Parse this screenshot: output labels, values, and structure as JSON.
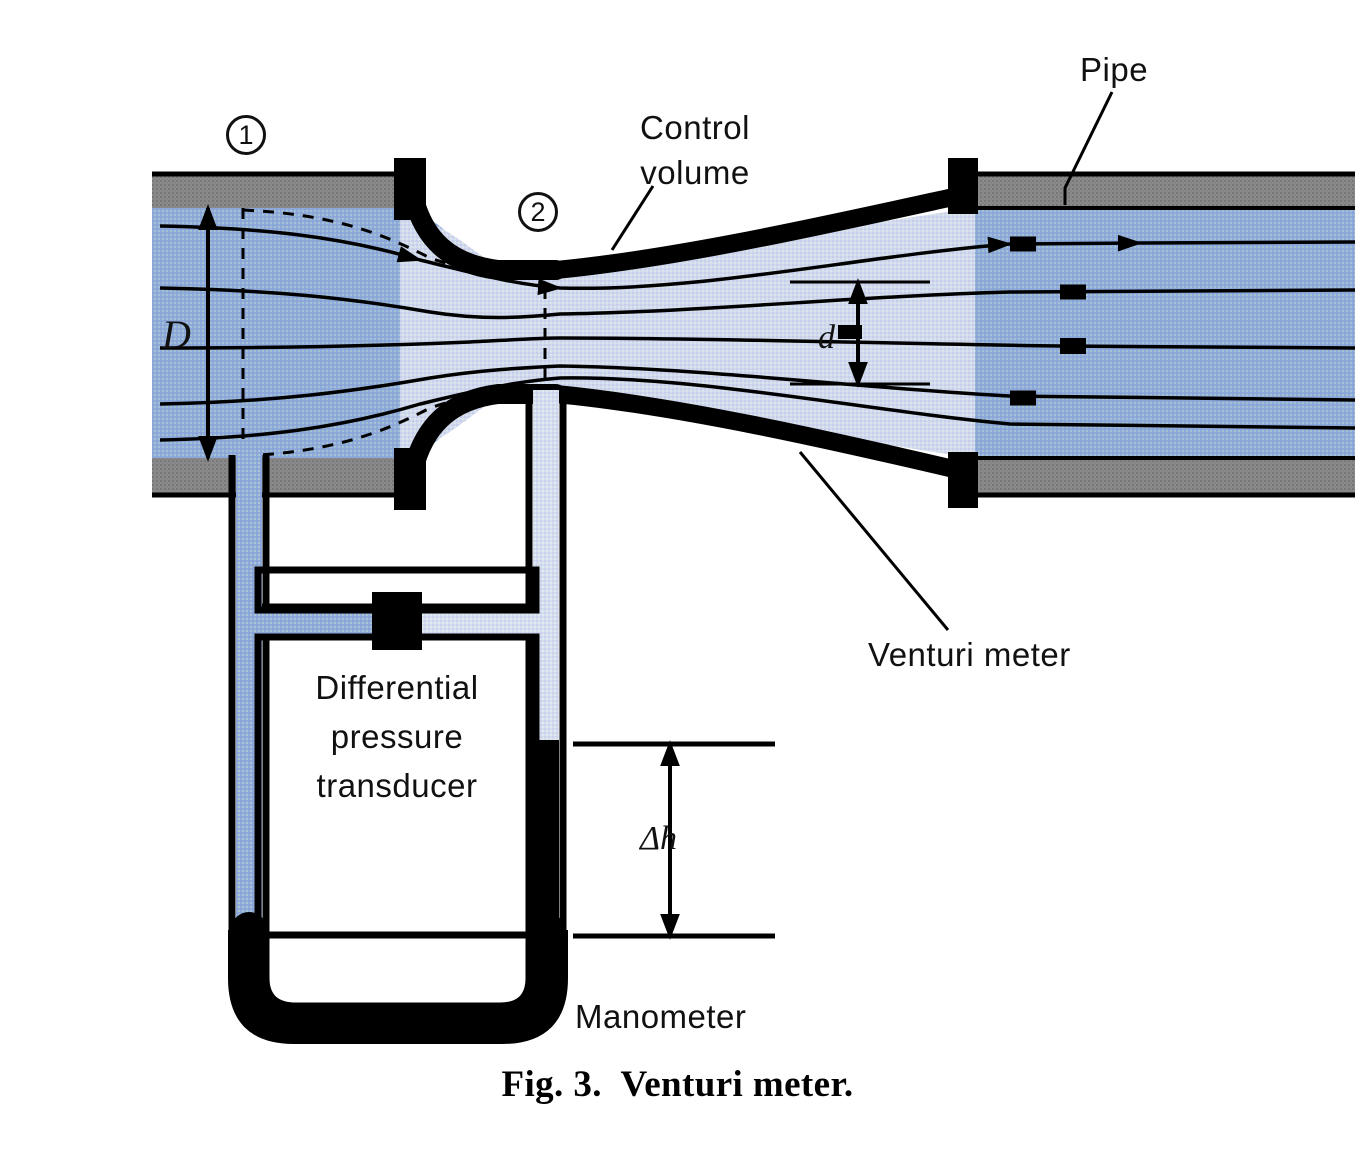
{
  "figure": {
    "caption": "Fig. 3.  Venturi meter.",
    "labels": {
      "pipe": "Pipe",
      "control_volume_line1": "Control",
      "control_volume_line2": "volume",
      "venturi_meter": "Venturi meter",
      "manometer": "Manometer",
      "transducer_line1": "Differential",
      "transducer_line2": "pressure",
      "transducer_line3": "transducer"
    },
    "station_markers": {
      "inlet": "1",
      "throat": "2"
    },
    "dimensions": {
      "inlet_diameter": "D",
      "throat_diameter": "d",
      "manometer_deflection": "Δh"
    },
    "colors": {
      "pipe_wall": "#808080",
      "fluid_inlet": "#8fa7da",
      "fluid_throat": "#cfd6ee",
      "outline": "#000000",
      "background": "#ffffff"
    }
  },
  "chart_data": {
    "type": "diagram",
    "title": "Fig. 3.  Venturi meter.",
    "description": "Schematic cross-section of a Venturi meter installed in a horizontal pipe, with a differential pressure transducer and a U-tube manometer measuring the pressure drop between station 1 (pipe) and station 2 (throat).",
    "annotations": [
      "Pipe",
      "Control volume",
      "Venturi meter",
      "Manometer",
      "Differential pressure transducer",
      "D",
      "d",
      "Δh",
      "1",
      "2"
    ],
    "streamline_count": 5,
    "flow_direction": "left to right"
  }
}
